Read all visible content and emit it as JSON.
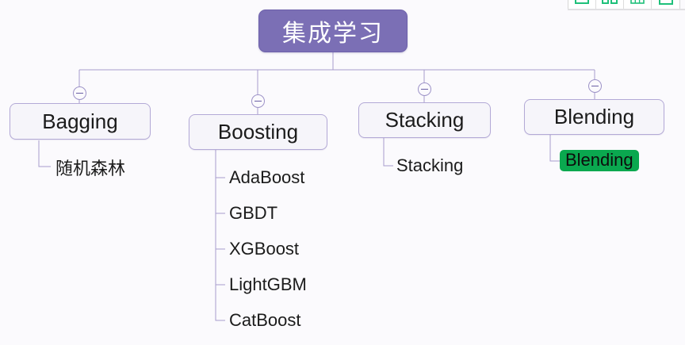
{
  "app": {
    "background_color": "#fbfafd",
    "accent_color": "#7b6fb5",
    "link_color": "#a79ccd",
    "highlight_color": "#0aa84f"
  },
  "toolbar": {
    "buttons": [
      {
        "icon": "rectangle-shape-icon",
        "label": ""
      },
      {
        "icon": "split-shape-icon",
        "label": ""
      },
      {
        "icon": "table-shape-icon",
        "label": ""
      },
      {
        "icon": "frame-shape-icon",
        "label": ""
      }
    ]
  },
  "mindmap": {
    "root": {
      "label": "集成学习"
    },
    "branches": [
      {
        "label": "Bagging",
        "toggle": "collapse-toggle",
        "children": [
          {
            "label": "随机森林",
            "highlight": false
          }
        ]
      },
      {
        "label": "Boosting",
        "toggle": "collapse-toggle",
        "children": [
          {
            "label": "AdaBoost",
            "highlight": false
          },
          {
            "label": "GBDT",
            "highlight": false
          },
          {
            "label": "XGBoost",
            "highlight": false
          },
          {
            "label": "LightGBM",
            "highlight": false
          },
          {
            "label": "CatBoost",
            "highlight": false
          }
        ]
      },
      {
        "label": "Stacking",
        "toggle": "collapse-toggle",
        "children": [
          {
            "label": "Stacking",
            "highlight": false
          }
        ]
      },
      {
        "label": "Blending",
        "toggle": "collapse-toggle",
        "children": [
          {
            "label": "Blending",
            "highlight": true
          }
        ]
      }
    ]
  }
}
